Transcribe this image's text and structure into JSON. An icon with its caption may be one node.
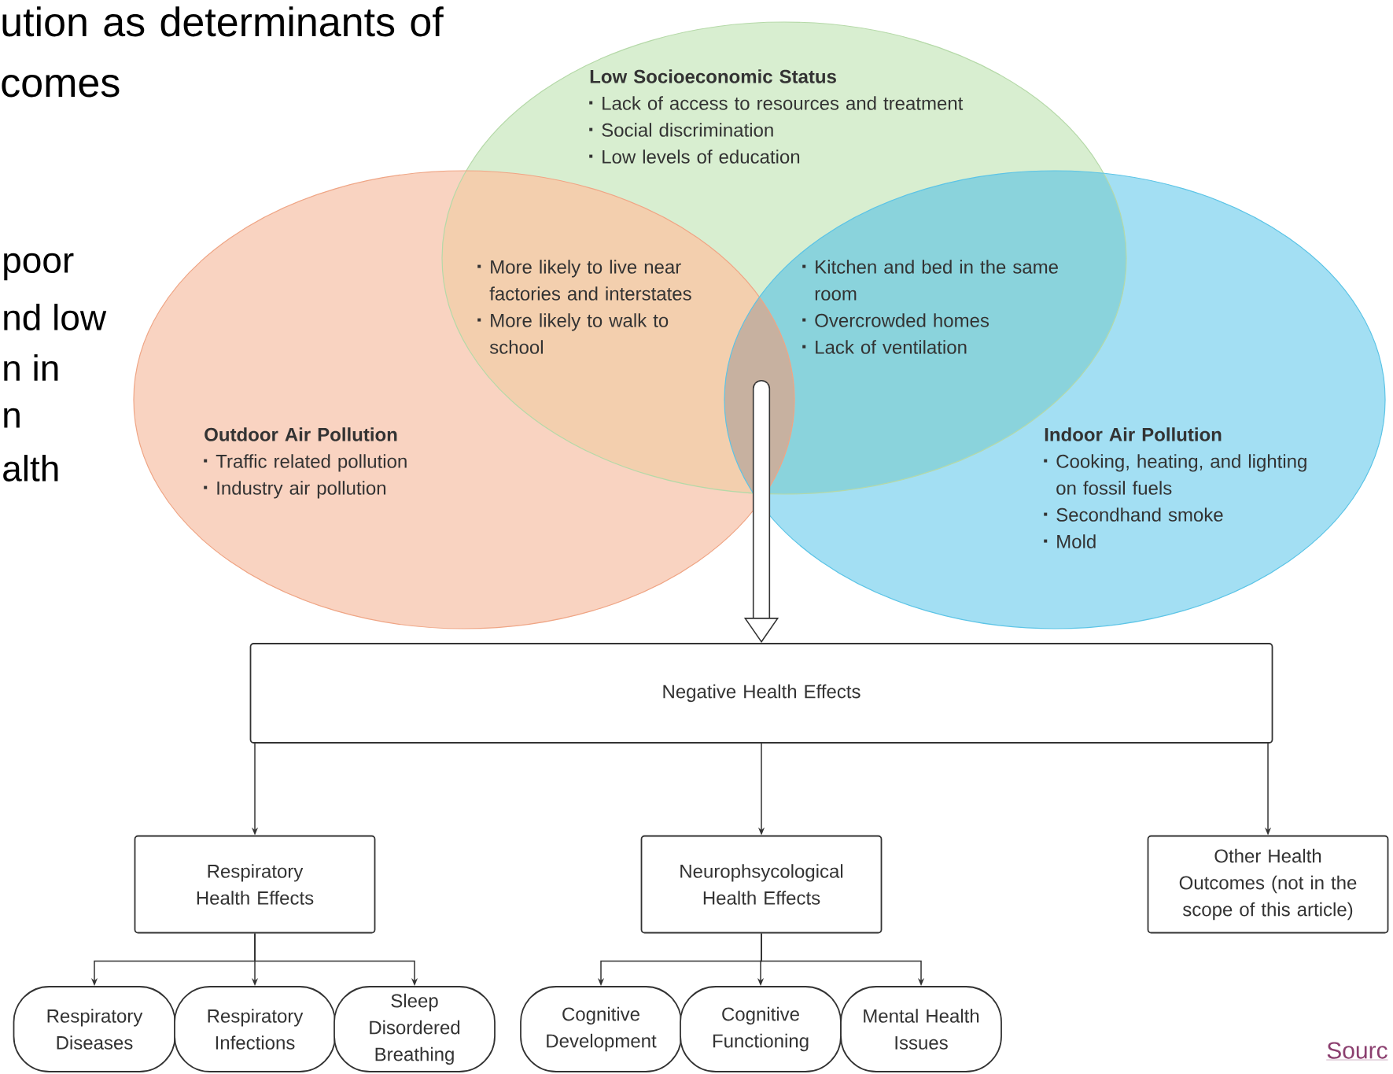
{
  "diagram": {
    "title": "ution as determinants of comes",
    "nodes": [
      {
        "text": [
          "Low Socioeconomic Status",
          "Lack of access to resources and treatment",
          "Social discrimination",
          "Low levels of education"
        ]
      },
      {
        "text": [
          "More likely to live near factories and interstates",
          "More likely to walk to school"
        ]
      },
      {
        "text": [
          "Kitchen and bed in the same room",
          "Overcrowded homes",
          "Lack of ventilation"
        ]
      },
      {
        "text": [
          "Outdoor Air Pollution",
          "Traffic related pollution",
          "Industry air pollution"
        ]
      },
      {
        "text": [
          "Indoor Air Pollution",
          "Cooking, heating, and lighting on fossil fuels",
          "Secondhand smoke",
          "Mold"
        ]
      },
      {
        "text": [
          "Negative Health Effects"
        ]
      },
      {
        "text": [
          "Respiratory Health Effects"
        ]
      },
      {
        "text": [
          "Neurophsycological Health Effects"
        ]
      },
      {
        "text": [
          "Other Health Outcomes (not in the scope of this article)"
        ]
      },
      {
        "text": [
          "Respiratory Diseases"
        ]
      },
      {
        "text": [
          "Respiratory Infections"
        ]
      },
      {
        "text": [
          "Sleep Disordered Breathing"
        ]
      },
      {
        "text": [
          "Cognitive Development"
        ]
      },
      {
        "text": [
          "Cognitive Functioning"
        ]
      },
      {
        "text": [
          "Mental Health Issues"
        ]
      }
    ],
    "edges": [
      {
        "from": 0,
        "to": 5,
        "arrow": "to",
        "style": "thick"
      },
      {
        "from": 3,
        "to": 5,
        "arrow": "to",
        "style": "thick"
      },
      {
        "from": 4,
        "to": 5,
        "arrow": "to",
        "style": "thick"
      },
      {
        "from": 5,
        "to": 6,
        "arrow": "to"
      },
      {
        "from": 5,
        "to": 7,
        "arrow": "to"
      },
      {
        "from": 5,
        "to": 8,
        "arrow": "to"
      },
      {
        "from": 6,
        "to": 9,
        "arrow": "to"
      },
      {
        "from": 6,
        "to": 10,
        "arrow": "to"
      },
      {
        "from": 6,
        "to": 11,
        "arrow": "to"
      },
      {
        "from": 7,
        "to": 12,
        "arrow": "to"
      },
      {
        "from": 7,
        "to": 13,
        "arrow": "to"
      },
      {
        "from": 7,
        "to": 14,
        "arrow": "to"
      }
    ],
    "labels": [
      "poor",
      "nd low",
      "n in",
      "n",
      "alth",
      "Sourc"
    ]
  }
}
